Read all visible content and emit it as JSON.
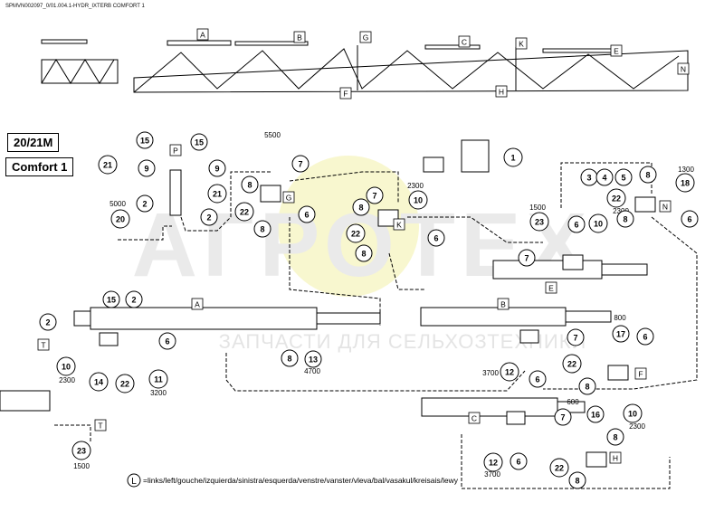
{
  "header": {
    "code": "SPMVN002097_0/01.004.1-HYDR_IXTERB COMFORT 1"
  },
  "labels": {
    "model": "20/21M",
    "variant": "Comfort 1"
  },
  "watermark": {
    "brand": "AГРОТЕХ",
    "subtitle": "ЗАПЧАСТИ ДЛЯ СЕЛЬХОЗТЕХНИКИ",
    "color": "#f2ef9a"
  },
  "footnote": {
    "symbol": "L",
    "text": "=links/left/gouche/izquierda/sinistra/esquerda/venstre/vanster/vleva/bal/vasakul/kreisais/lewy"
  },
  "boom_letters": [
    "A",
    "B",
    "G",
    "C",
    "K",
    "E",
    "N",
    "F",
    "H"
  ],
  "cylinder_letters": [
    "A",
    "B",
    "C",
    "E"
  ],
  "valve_letters": [
    "G",
    "K",
    "N",
    "F",
    "H",
    "P"
  ],
  "tee_letters": [
    "T",
    "T"
  ],
  "lengths": [
    "5500",
    "2300",
    "1500",
    "2300",
    "1300",
    "5000",
    "4700",
    "3200",
    "2300",
    "3700",
    "800",
    "2300",
    "600",
    "3700",
    "1500"
  ],
  "callouts": [
    "1",
    "2",
    "3",
    "4",
    "5",
    "6",
    "7",
    "8",
    "9",
    "10",
    "11",
    "12",
    "13",
    "14",
    "15",
    "16",
    "17",
    "18",
    "20",
    "21",
    "22",
    "23"
  ]
}
